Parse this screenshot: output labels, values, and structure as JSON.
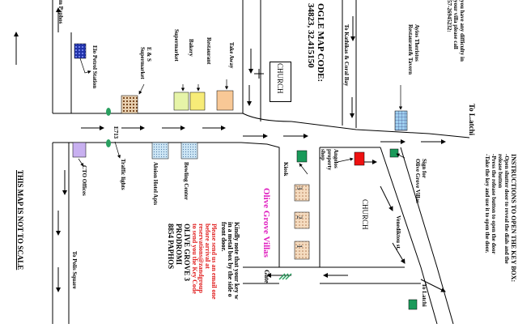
{
  "map": {
    "top_left": "m Paphos",
    "poi": {
      "elo_petrol": "Elo Petrol Station",
      "es_supermarket": [
        "E & S",
        "Supermarket"
      ],
      "supermarket": "Supermarket",
      "bakery": "Bakery",
      "restaurant": "Restaurant",
      "take_away": "Take Away",
      "church_top": "CHURCH",
      "to_kathikas": "To Kathikas & Coral Bay",
      "ayios_theristos": [
        "Ayios Theristos",
        "Restaurant& Tavern"
      ],
      "to_latchi_top": "To L.atchi",
      "cto_offices": "CTO Offices",
      "traffic_lights": "Traffic lights",
      "e713": "E713",
      "aloion_apts": "Aloion Hotel Apts",
      "bowling": "Bowling Center",
      "kiosk": "Kiosk",
      "sign_for": [
        "Sign for",
        "Olive Grove Villas"
      ],
      "property_shop": [
        "Angelos",
        "property",
        "shop"
      ],
      "church_mid": "CHURCH",
      "venediktou": "Venediktou st.",
      "villas_title": "Olive Grove Villas",
      "gate": "Gate",
      "to_latchi_bottom": "To Latchi",
      "to_polis": "To Polis Square",
      "not_to_scale": "THIS MAP IS NOT TO SCALE",
      "villa_nums": [
        "3",
        "2",
        "1"
      ]
    },
    "google_code": [
      "OGLE MAP CODE:",
      "34823, 32.415150"
    ],
    "top_right": [
      "you have any difficulty in",
      "your villa please call",
      "57-26945232:"
    ],
    "key_box": {
      "title": "INSTRUCTIONS TO OPEN THE KEY BOX:",
      "lines": [
        "-Open shutter door to reveal the dials and the",
        "release button",
        "-Press the release button to open the door",
        "-Take the key and use it to open the door."
      ]
    },
    "note_black": [
      "Kindly note that your key w",
      "in a metal box by the side o",
      "front door."
    ],
    "note_red": [
      "Please send us an email one",
      "before arrival at",
      "reservations@zandgroup",
      "to send you the Key Code"
    ],
    "address": [
      "OLIVE GROVE 3",
      "PRODROMI",
      "8854 PAPHOS"
    ]
  }
}
